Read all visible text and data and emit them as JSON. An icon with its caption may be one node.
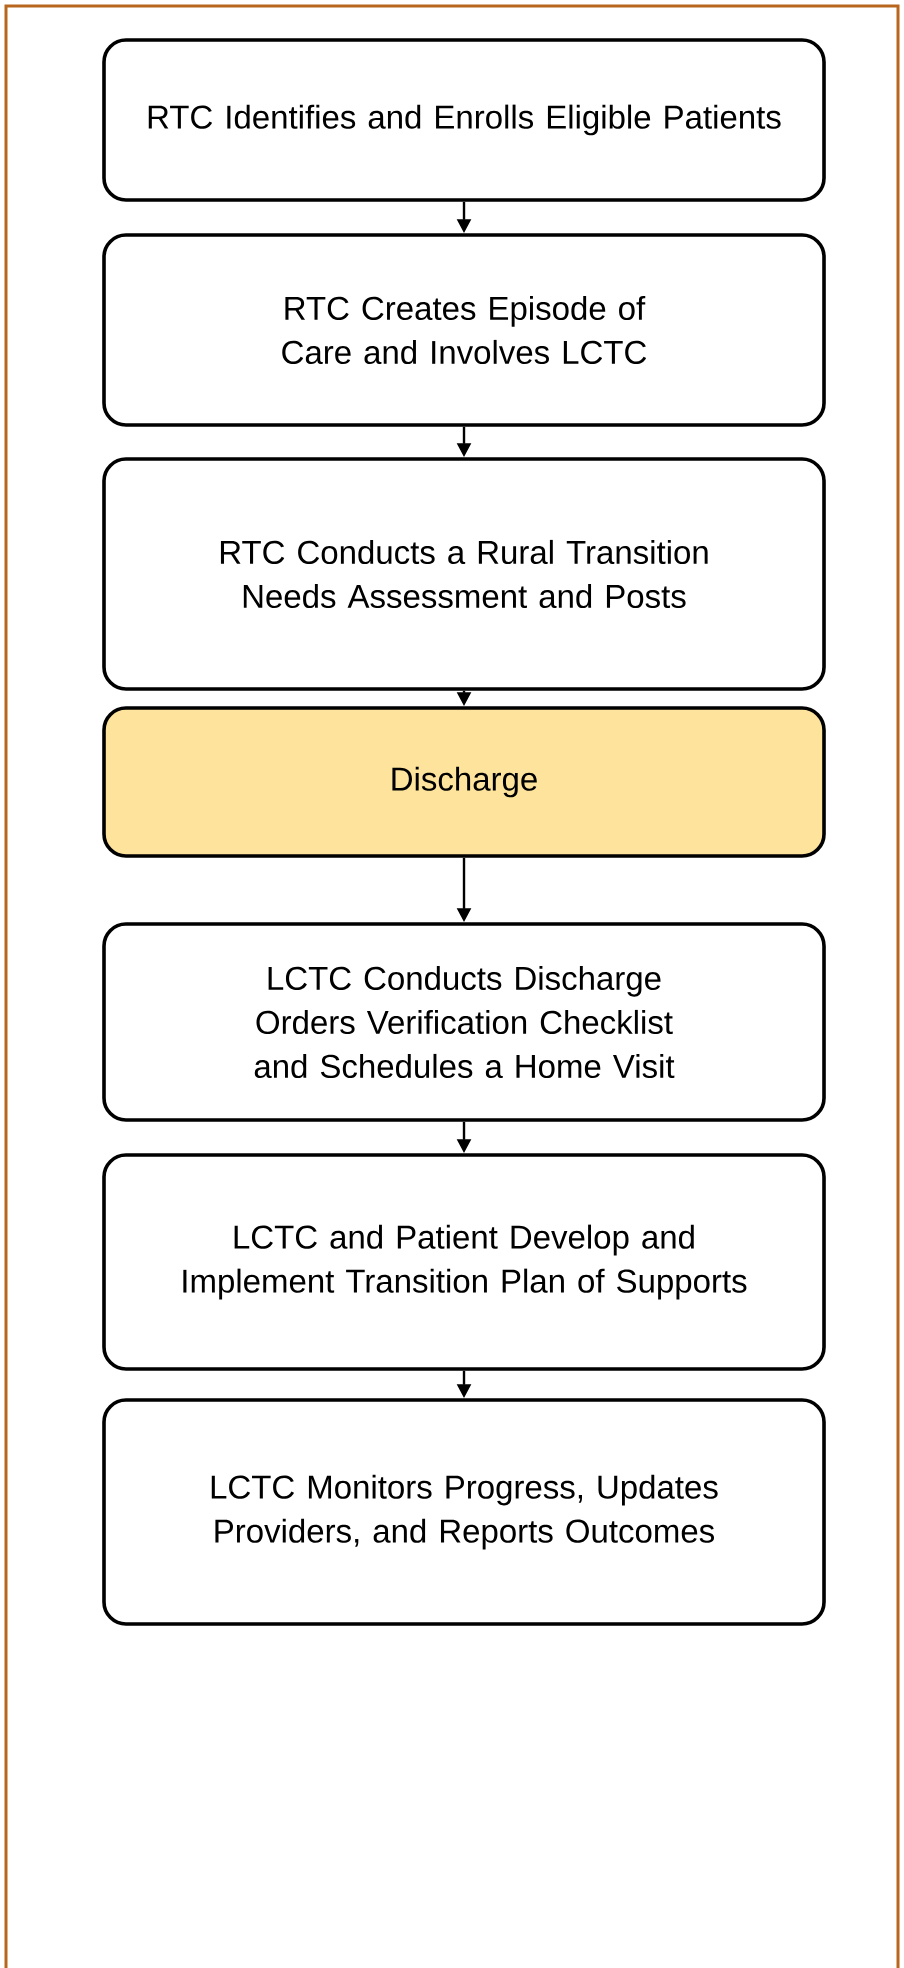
{
  "diagram": {
    "nodes": [
      {
        "text": [
          "RTC Identifies and Enrolls Eligible Patients"
        ]
      },
      {
        "text": [
          "RTC Creates Episode of Care and Involves LCTC"
        ]
      },
      {
        "text": [
          "RTC Conducts a Rural Transition Needs Assessment and Posts"
        ]
      },
      {
        "text": [
          "Discharge"
        ]
      },
      {
        "text": [
          "LCTC Conducts Discharge Orders Verification Checklist and Schedules a Home Visit"
        ]
      },
      {
        "text": [
          "LCTC and Patient Develop and Implement Transition Plan of Supports"
        ]
      },
      {
        "text": [
          "LCTC Monitors Progress, Updates Providers, and Reports Outcomes"
        ]
      }
    ],
    "edges": [
      {
        "from": 0,
        "to": 1,
        "arrow": "to"
      },
      {
        "from": 1,
        "to": 2,
        "arrow": "to"
      },
      {
        "from": 2,
        "to": 3,
        "arrow": "to"
      },
      {
        "from": 3,
        "to": 4,
        "arrow": "to"
      },
      {
        "from": 4,
        "to": 5,
        "arrow": "to"
      },
      {
        "from": 5,
        "to": 6,
        "arrow": "to"
      }
    ]
  }
}
